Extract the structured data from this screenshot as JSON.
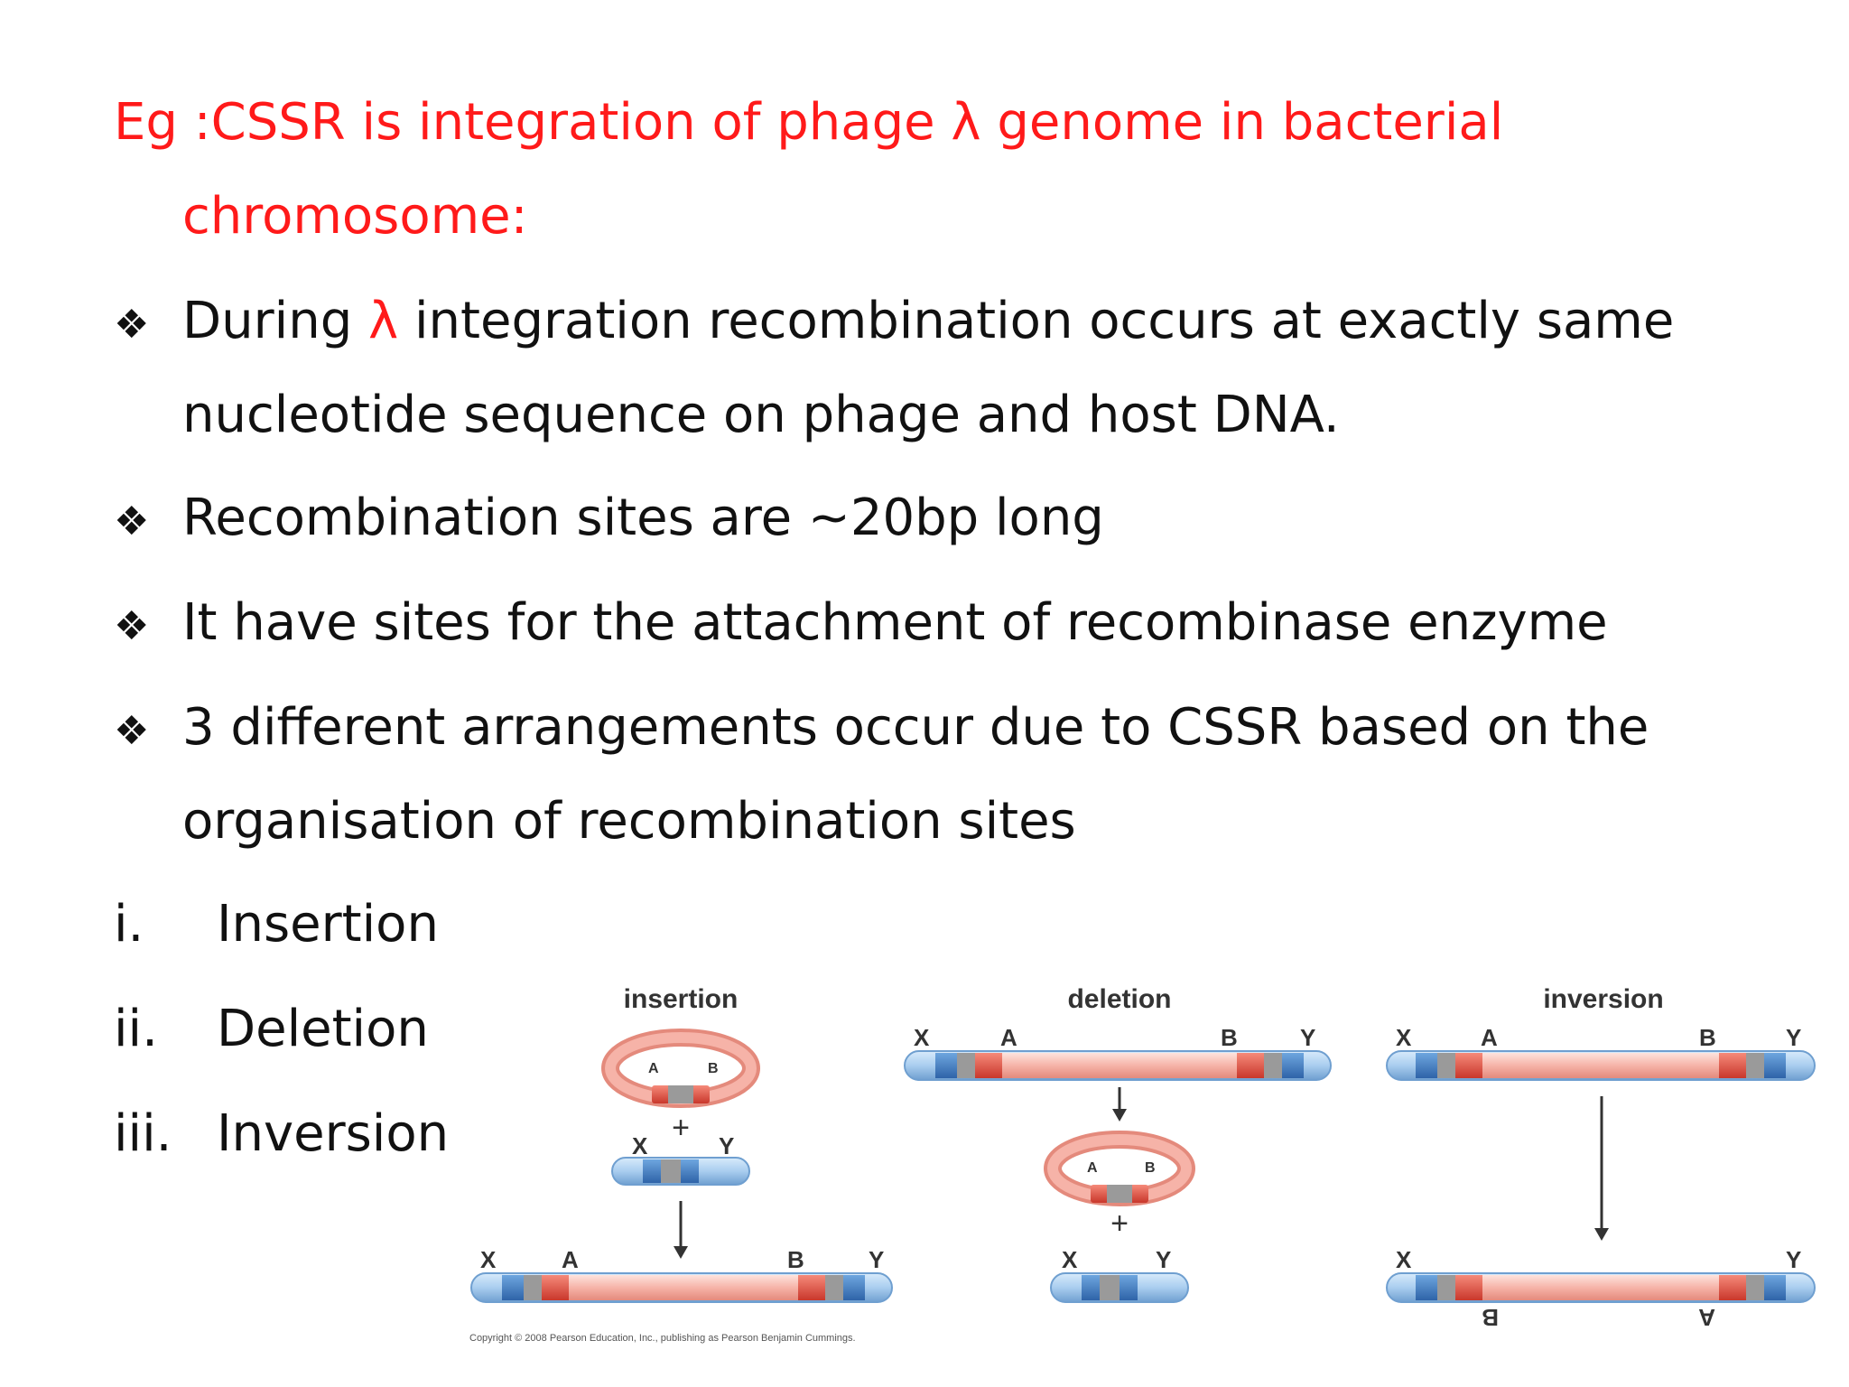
{
  "heading": {
    "prefix": "Eg :CSSR is integration of phage ",
    "lambda": "λ",
    "suffix": "  genome in bacterial",
    "line2": "chromosome:"
  },
  "bullets": [
    {
      "pre": "During ",
      "lambda": "λ",
      "post": " integration recombination occurs at exactly same",
      "cont": "nucleotide sequence on phage and host DNA."
    },
    {
      "text": "Recombination sites are ~20bp long"
    },
    {
      "text": "It have sites for the attachment of recombinase enzyme"
    },
    {
      "text": "3 different arrangements occur due to CSSR based on the",
      "cont": "organisation of recombination sites"
    }
  ],
  "bullet_symbol": "❖",
  "numbered": [
    {
      "num": "i.",
      "text": "Insertion"
    },
    {
      "num": "ii.",
      "text": "Deletion"
    },
    {
      "num": "iii.",
      "text": "Inversion"
    }
  ],
  "figure": {
    "panels": [
      "insertion",
      "deletion",
      "inversion"
    ],
    "labels": {
      "X": "X",
      "Y": "Y",
      "A": "A",
      "B": "B",
      "plus": "+"
    },
    "copyright": "Copyright © 2008 Pearson Education, Inc., publishing as Pearson Benjamin Cummings."
  },
  "colors": {
    "accent_red": "#ff1a1a",
    "rod_blue": "#a9cdef",
    "rod_pink": "#f6b3a8",
    "site_red": "#e74a3b",
    "site_blue": "#3a7cc4"
  }
}
